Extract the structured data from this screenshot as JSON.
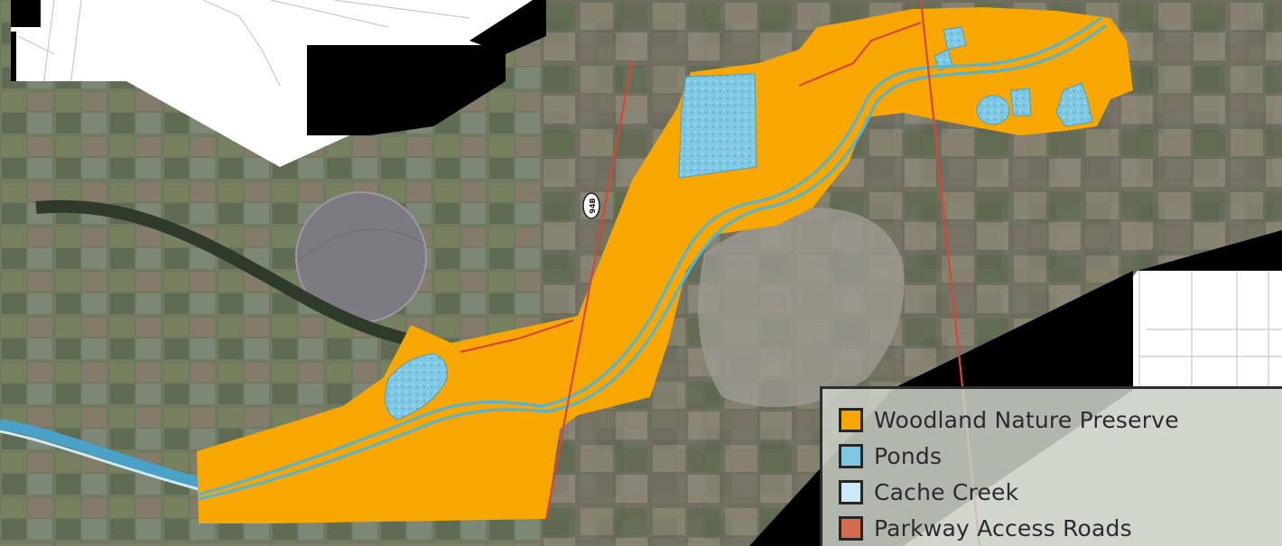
{
  "map": {
    "highway_shield_label": "94B"
  },
  "legend": {
    "items": [
      {
        "label": "Woodland Nature Preserve",
        "color": "#f7a700",
        "icon": "preserve-swatch"
      },
      {
        "label": "Ponds",
        "color": "#7ec8e4",
        "icon": "ponds-swatch"
      },
      {
        "label": "Cache Creek",
        "color": "#cce9f7",
        "icon": "creek-swatch"
      },
      {
        "label": "Parkway Access Roads",
        "color": "#d46a4f",
        "icon": "roads-swatch"
      }
    ]
  },
  "colors": {
    "preserve": "#f7a700",
    "ponds": "#7ec8e4",
    "creek": "#5ab3cf",
    "roads": "#d8463a",
    "mask": "#000000"
  }
}
